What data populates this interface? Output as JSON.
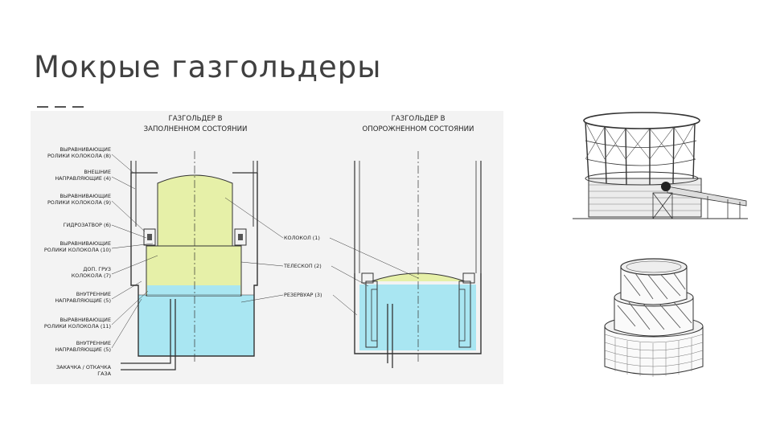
{
  "slide": {
    "title": "Мокрые газгольдеры"
  },
  "diagram": {
    "full_header": [
      "ГАЗГОЛЬДЕР В",
      "ЗАПОЛНЕННОМ СОСТОЯНИИ"
    ],
    "empty_header": [
      "ГАЗГОЛЬДЕР В",
      "ОПОРОЖНЕННОМ СОСТОЯНИИ"
    ],
    "left_labels": [
      [
        "ВЫРАВНИВАЮЩИЕ",
        "РОЛИКИ КОЛОКОЛА (8)"
      ],
      [
        "ВНЕШНИЕ",
        "НАПРАВЛЯЮЩИЕ (4)"
      ],
      [
        "ВЫРАВНИВАЮЩИЕ",
        "РОЛИКИ КОЛОКОЛА (9)"
      ],
      [
        "ГИДРОЗАТВОР (6)"
      ],
      [
        "ВЫРАВНИВАЮЩИЕ",
        "РОЛИКИ КОЛОКОЛА (10)"
      ],
      [
        "ДОП. ГРУЗ",
        "КОЛОКОЛА (7)"
      ],
      [
        "ВНУТРЕННИЕ",
        "НАПРАВЛЯЮЩИЕ (5)"
      ],
      [
        "ВЫРАВНИВАЮЩИЕ",
        "РОЛИКИ КОЛОКОЛА (11)"
      ],
      [
        "ВНУТРЕННИЕ",
        "НАПРАВЛЯЮЩИЕ (5)"
      ],
      [
        "ЗАКАЧКА / ОТКАЧКА",
        "ГАЗА"
      ]
    ],
    "center_labels": [
      "КОЛОКОЛ (1)",
      "ТЕЛЕСКОП (2)",
      "РЕЗЕРВУАР (3)"
    ],
    "colors": {
      "bell": "#e6f0a8",
      "water": "#a9e6f2",
      "line": "#333333"
    }
  },
  "illustrations": {
    "top_right": "gas-holder-with-frame-illustration",
    "bottom_right": "telescopic-gas-holder-illustration"
  }
}
